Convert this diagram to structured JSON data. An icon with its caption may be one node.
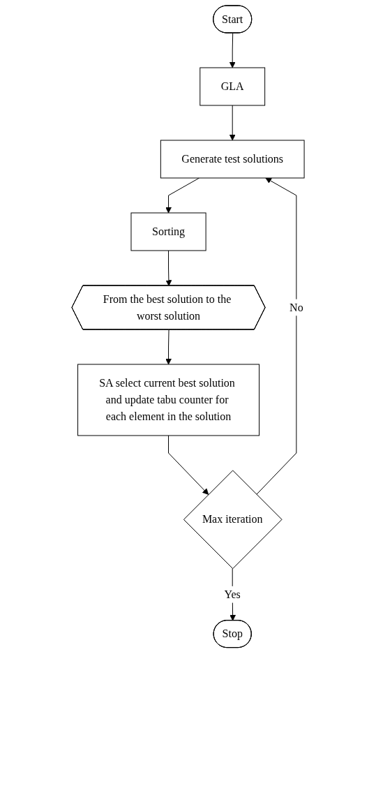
{
  "diagram": {
    "nodes": [
      {
        "text": [
          "Start"
        ]
      },
      {
        "text": [
          "GLA"
        ]
      },
      {
        "text": [
          "Generate test solutions"
        ]
      },
      {
        "text": [
          "Sorting"
        ]
      },
      {
        "text": [
          "From the best solution to the worst solution"
        ]
      },
      {
        "text": [
          "SA select current best solution and update tabu counter for each element in the solution"
        ]
      },
      {
        "text": [
          "Max iteration"
        ]
      },
      {
        "text": [
          "Stop"
        ]
      }
    ],
    "edges": [
      {
        "from": 0,
        "to": 1,
        "arrow": "to"
      },
      {
        "from": 1,
        "to": 2,
        "arrow": "to"
      },
      {
        "from": 2,
        "to": 3,
        "arrow": "to"
      },
      {
        "from": 3,
        "to": 4,
        "arrow": "to"
      },
      {
        "from": 4,
        "to": 5,
        "arrow": "to"
      },
      {
        "from": 5,
        "to": 6,
        "arrow": "to"
      },
      {
        "from": 6,
        "to": 7,
        "label": "Yes",
        "arrow": "to"
      },
      {
        "from": 6,
        "to": 2,
        "label": "No",
        "arrow": "to"
      }
    ]
  }
}
